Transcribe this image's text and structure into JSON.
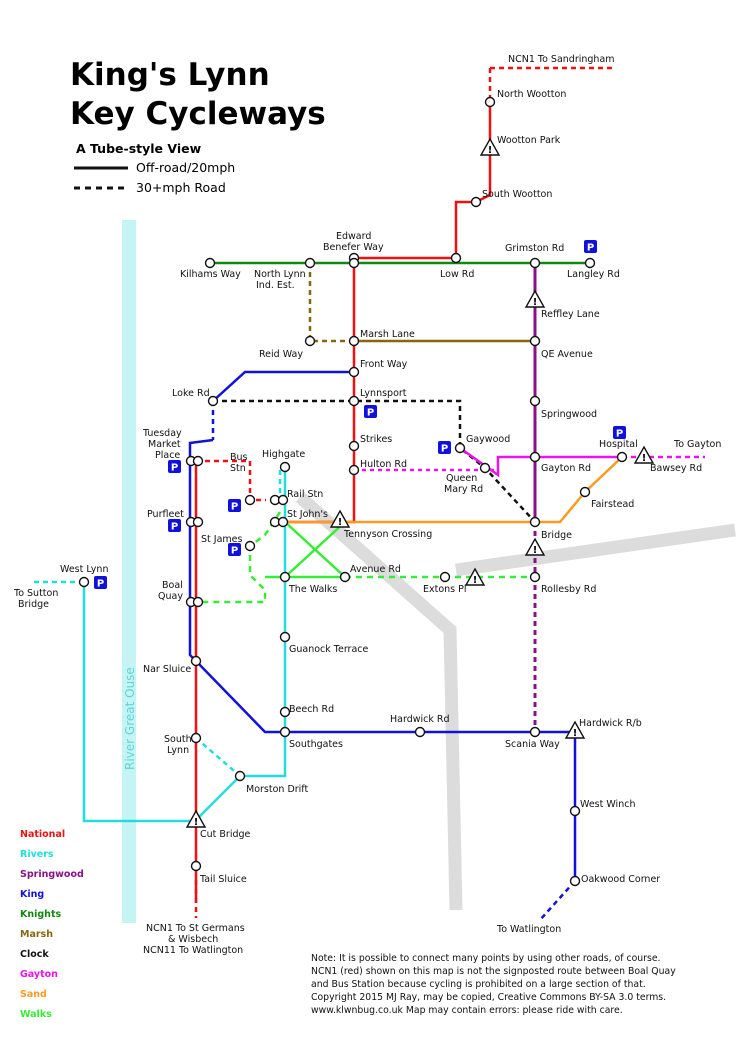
{
  "title": {
    "line1": "King's Lynn",
    "line2": "Key Cycleways"
  },
  "subtitle": "A Tube-style View",
  "key": {
    "offroad": "Off-road/20mph",
    "road": "30+mph Road"
  },
  "river": "River Great Ouse",
  "routes": [
    {
      "name": "National",
      "color": "#ee1111"
    },
    {
      "name": "Rivers",
      "color": "#22dddd"
    },
    {
      "name": "Springwood",
      "color": "#881188"
    },
    {
      "name": "King",
      "color": "#1111dd"
    },
    {
      "name": "Knights",
      "color": "#118811"
    },
    {
      "name": "Marsh",
      "color": "#886611"
    },
    {
      "name": "Clock",
      "color": "#111111"
    },
    {
      "name": "Gayton",
      "color": "#ee11ee"
    },
    {
      "name": "Sand",
      "color": "#ff9922"
    },
    {
      "name": "Walks",
      "color": "#33ee33"
    }
  ],
  "stations": {
    "ncn1_sandringham": "NCN1 To Sandringham",
    "north_wootton": "North Wootton",
    "wootton_park": "Wootton Park",
    "south_wootton": "South Wootton",
    "edward_benefer_1": "Edward",
    "edward_benefer_2": "Benefer Way",
    "grimston_rd": "Grimston Rd",
    "kilhams_way": "Kilhams Way",
    "north_lynn_1": "North Lynn",
    "north_lynn_2": "Ind. Est.",
    "low_rd": "Low Rd",
    "langley_rd": "Langley Rd",
    "reffley_lane": "Reffley Lane",
    "marsh_lane": "Marsh Lane",
    "reid_way": "Reid Way",
    "qe_avenue": "QE Avenue",
    "front_way": "Front Way",
    "loke_rd": "Loke Rd",
    "lynnsport": "Lynnsport",
    "springwood": "Springwood",
    "tuesday_1": "Tuesday",
    "tuesday_2": "Market",
    "tuesday_3": "Place",
    "strikes": "Strikes",
    "gaywood": "Gaywood",
    "hospital": "Hospital",
    "to_gayton": "To Gayton",
    "highgate": "Highgate",
    "hulton_rd": "Hulton Rd",
    "queen_mary_1": "Queen",
    "queen_mary_2": "Mary Rd",
    "gayton_rd": "Gayton Rd",
    "bawsey_rd": "Bawsey Rd",
    "bus_stn_1": "Bus",
    "bus_stn_2": "Stn",
    "rail_stn": "Rail Stn",
    "fairstead": "Fairstead",
    "purfleet": "Purfleet",
    "st_johns": "St John's",
    "tennyson": "Tennyson Crossing",
    "bridge": "Bridge",
    "st_james": "St James",
    "west_lynn": "West Lynn",
    "to_sutton_1": "To Sutton",
    "to_sutton_2": "Bridge",
    "boal_1": "Boal",
    "boal_2": "Quay",
    "avenue_rd": "Avenue Rd",
    "the_walks": "The Walks",
    "extons_pl": "Extons Pl",
    "rollesby_rd": "Rollesby Rd",
    "guanock": "Guanock Terrace",
    "nar_sluice": "Nar Sluice",
    "beech_rd": "Beech Rd",
    "hardwick_rd": "Hardwick Rd",
    "hardwick_rb": "Hardwick R/b",
    "south_lynn_1": "South",
    "south_lynn_2": "Lynn",
    "southgates": "Southgates",
    "scania_way": "Scania Way",
    "morston_drift": "Morston Drift",
    "west_winch": "West Winch",
    "cut_bridge": "Cut Bridge",
    "tail_sluice": "Tail Sluice",
    "oakwood_corner": "Oakwood Corner",
    "to_watlington": "To Watlington",
    "ncn1_south_1": "NCN1 To St Germans",
    "ncn1_south_2": "& Wisbech",
    "ncn1_south_3": "NCN11 To Watlington"
  },
  "parking_label": "P",
  "note": [
    "Note: It is possible to connect many points by using other roads, of course.",
    "NCN1 (red) shown on this map is not the signposted route between Boal Quay",
    "and Bus Station because cycling is prohibited on a large section of that.",
    "Copyright 2015 MJ Ray, may be copied, Creative Commons BY-SA 3.0 terms.",
    "www.klwnbug.co.uk  Map may contain errors: please ride with care."
  ]
}
